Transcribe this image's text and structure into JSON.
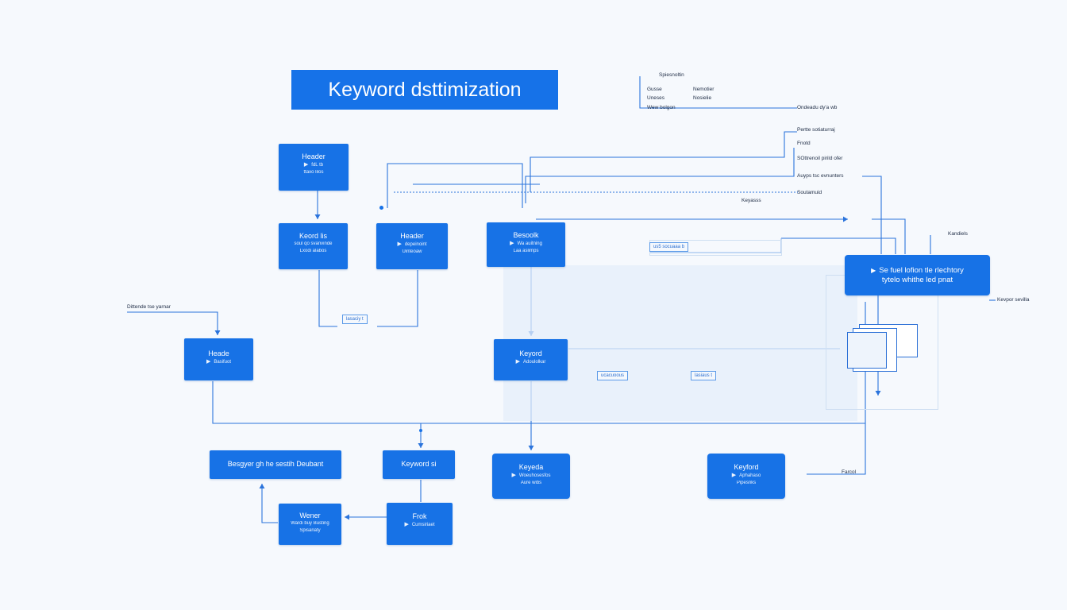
{
  "diagram": {
    "title": "Keyword dsttimization",
    "nodes": {
      "header1": {
        "title": "Header",
        "sub": "fdL tb",
        "extra": "ttaxo lilos"
      },
      "keyword_lis": {
        "title": "Keord lis",
        "sub": "soul qo svanvinde",
        "extra": "Lxodi alabos"
      },
      "header2": {
        "title": "Header",
        "sub": "depeinoint",
        "extra": "Uinteoaw"
      },
      "besoolk": {
        "title": "Besoolk",
        "sub": "Wa auitning",
        "extra": "Laa aslimps"
      },
      "selected": {
        "title": "Se fuel lofion tle rlechtory",
        "sub": "tytelo whithe led pnat"
      },
      "heade_left": {
        "title": "Heade",
        "sub": "Basifuot"
      },
      "keyord_mid": {
        "title": "Keyord",
        "sub": "Adoulolkar"
      },
      "besgyer": {
        "title": "Besgyer gh he sestih Deubant"
      },
      "keyword_si": {
        "title": "Keyword si"
      },
      "keyeda": {
        "title": "Keyeda",
        "sub": "Woeuhosesfos",
        "extra": "Aure wibs"
      },
      "keyford": {
        "title": "Keyford",
        "sub": "Aphahaso",
        "extra": "Pipesnks"
      },
      "wener": {
        "title": "Wener",
        "sub": "Wardi buy Busting",
        "extra": "Spisanaty"
      },
      "frok": {
        "title": "Frok",
        "sub": "Cumsiriaet"
      }
    },
    "pills": {
      "p1": "lasaciy t",
      "p2": "us5 socuaaa b",
      "p3": "ucacuoous",
      "p4": "lasiaus t"
    },
    "labels": {
      "left_note": "Dittende tse yarnar",
      "legend_head": "Spiesnoltin",
      "legend_a1": "Gusse",
      "legend_a2": "Nemotier",
      "legend_b1": "Uneses",
      "legend_b2": "Nosielie",
      "legend_c": "Wew bolgon",
      "r1": "Ondeadu dy'a wb",
      "r2": "Pertte sotiaturraj",
      "r3": "Fnotd",
      "r4": "SOttrenoil pirild ofer",
      "r5": "Auyps tsc evnunters",
      "r6": "Soutamuid",
      "keyasss": "Keyasss",
      "kandiels": "Kandiels",
      "keyapor": "Kevpor sevilla",
      "farcol": "Farcol"
    },
    "colors": {
      "node_fill": "#1772e6",
      "connector": "#2b74dc",
      "background": "#f6f9fd"
    }
  }
}
